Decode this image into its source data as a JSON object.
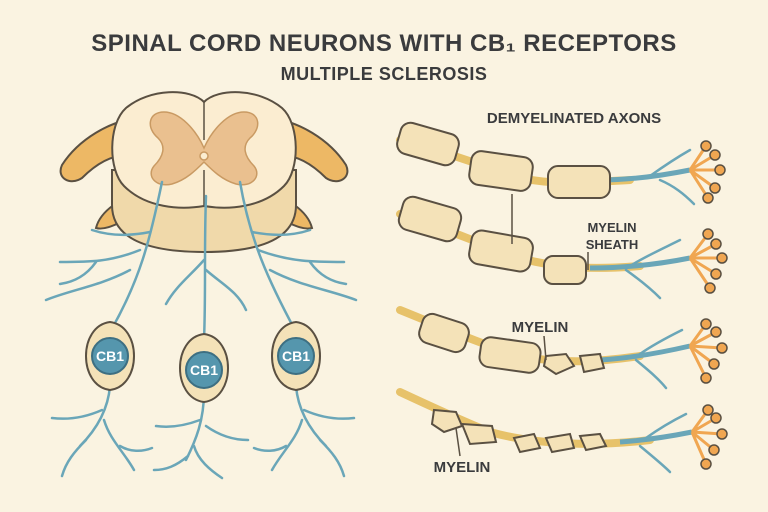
{
  "title": "SPINAL CORD NEURONS WITH CB₁ RECEPTORS",
  "subtitle": "MULTIPLE SCLEROSIS",
  "neurons": [
    {
      "receptor_label": "CB1"
    },
    {
      "receptor_label": "CB1"
    },
    {
      "receptor_label": "CB1"
    }
  ],
  "axons_heading": "DEMYELINATED AXONS",
  "labels": {
    "myelin_sheath_line1": "MYELIN",
    "myelin_sheath_line2": "SHEATH",
    "myelin_middle": "MYELIN",
    "myelin_bottom": "MYELIN"
  },
  "colors": {
    "background": "#faf3e1",
    "myelin": "#f4e2b8",
    "axon_core": "#e7c26a",
    "grey_matter": "#eac08f",
    "nerve_root": "#edb865",
    "dendrite": "#6aa6b8",
    "receptor": "#5596ad",
    "terminal": "#f0a651",
    "outline": "#5a5042"
  }
}
